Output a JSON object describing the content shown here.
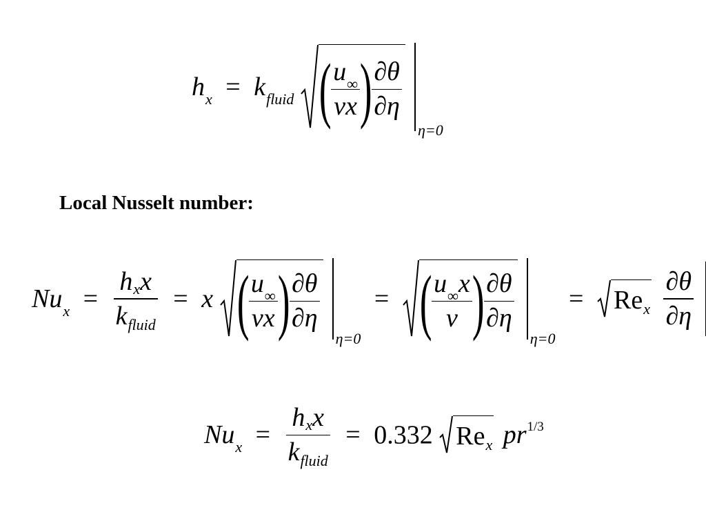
{
  "eq1": {
    "h": "h",
    "h_sub": "x",
    "equals": "=",
    "k": "k",
    "k_sub": "fluid",
    "u": "u",
    "u_sub": "∞",
    "nu": "ν",
    "x": "x",
    "d": "∂",
    "theta": "θ",
    "eta": "η",
    "limit": "η=0"
  },
  "heading": "Local Nusselt number:",
  "eq2": {
    "Nu": "Nu",
    "Nu_sub": "x",
    "equals": "=",
    "h": "h",
    "h_sub": "x",
    "x": "x",
    "k": "k",
    "k_sub": "fluid",
    "u": "u",
    "u_sub": "∞",
    "nu": "ν",
    "d": "∂",
    "theta": "θ",
    "eta": "η",
    "Re": "Re",
    "Re_sub": "x",
    "limit": "η=0"
  },
  "eq3": {
    "Nu": "Nu",
    "Nu_sub": "x",
    "equals": "=",
    "h": "h",
    "h_sub": "x",
    "x": "x",
    "k": "k",
    "k_sub": "fluid",
    "coef": "0.332",
    "Re": "Re",
    "Re_sub": "x",
    "pr": "pr",
    "exponent": "1/3"
  }
}
